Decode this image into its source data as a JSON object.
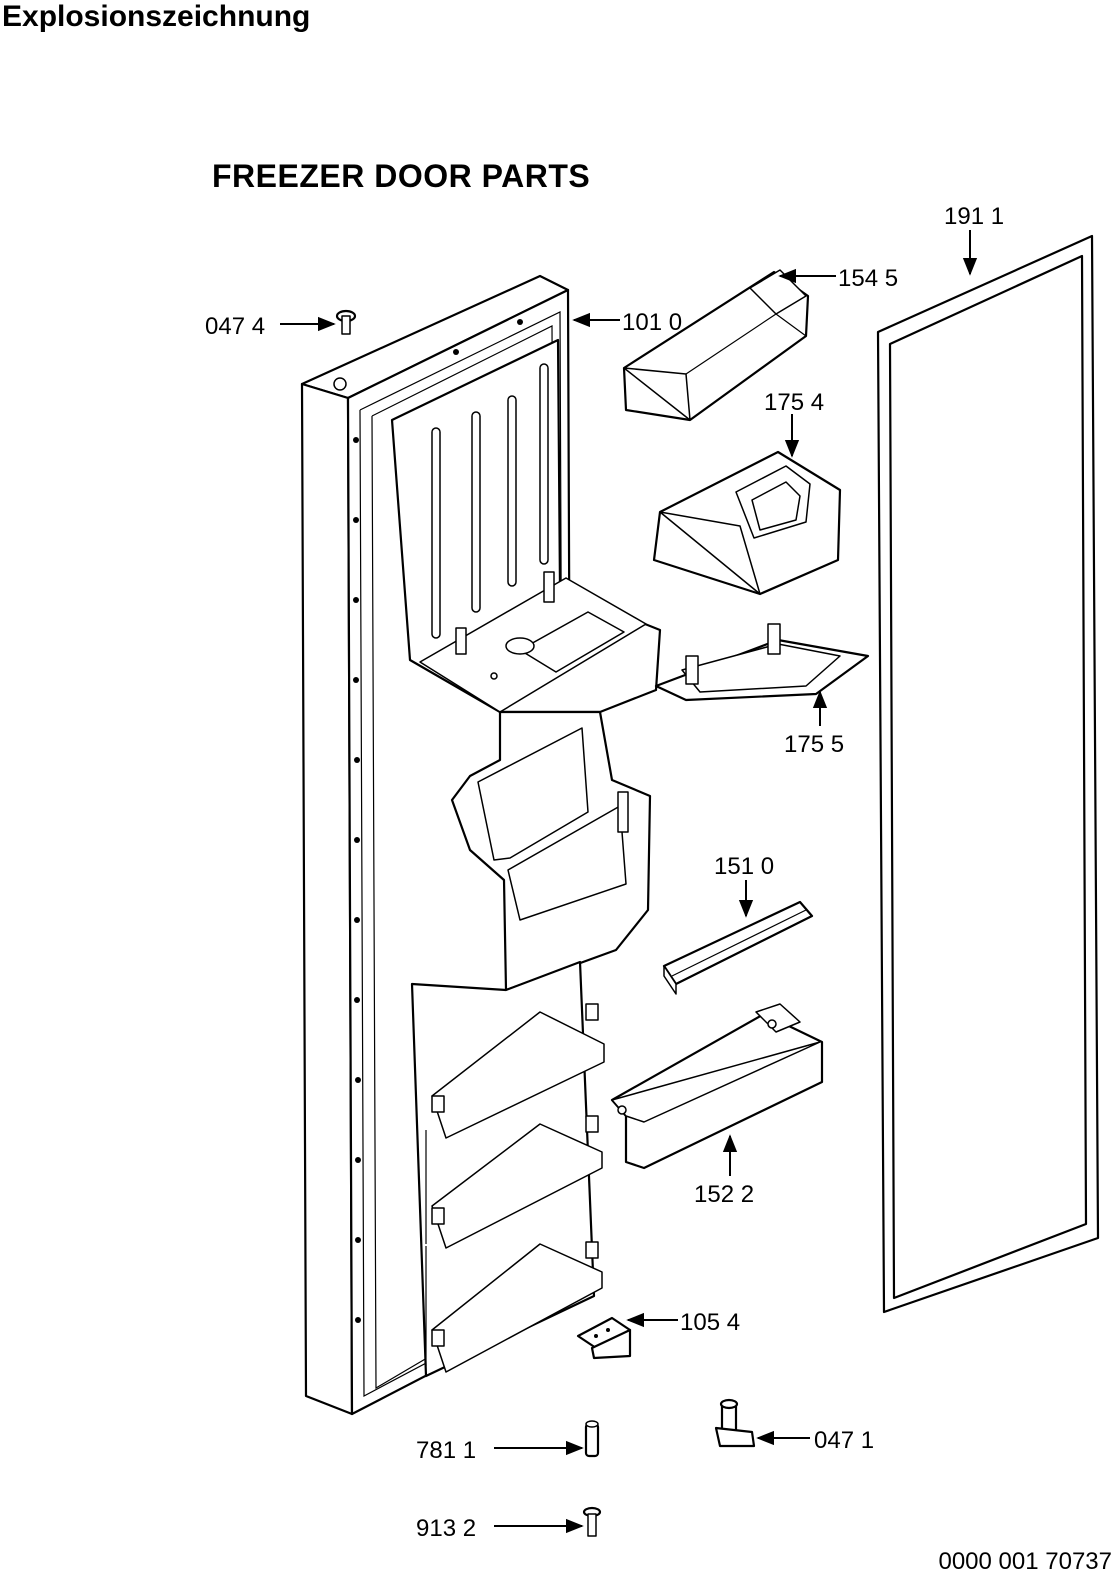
{
  "header": {
    "title": "Explosionszeichnung"
  },
  "diagram": {
    "title": "FREEZER DOOR PARTS",
    "callouts": [
      {
        "id": "0474",
        "label": "047 4"
      },
      {
        "id": "1010",
        "label": "101 0"
      },
      {
        "id": "1545",
        "label": "154 5"
      },
      {
        "id": "1911",
        "label": "191 1"
      },
      {
        "id": "1754",
        "label": "175 4"
      },
      {
        "id": "1755",
        "label": "175 5"
      },
      {
        "id": "1510",
        "label": "151 0"
      },
      {
        "id": "1522",
        "label": "152 2"
      },
      {
        "id": "1054",
        "label": "105 4"
      },
      {
        "id": "7811",
        "label": "781 1"
      },
      {
        "id": "0471",
        "label": "047 1"
      },
      {
        "id": "9132",
        "label": "913 2"
      }
    ]
  },
  "footer": {
    "doc_number": "0000 001 70737"
  }
}
